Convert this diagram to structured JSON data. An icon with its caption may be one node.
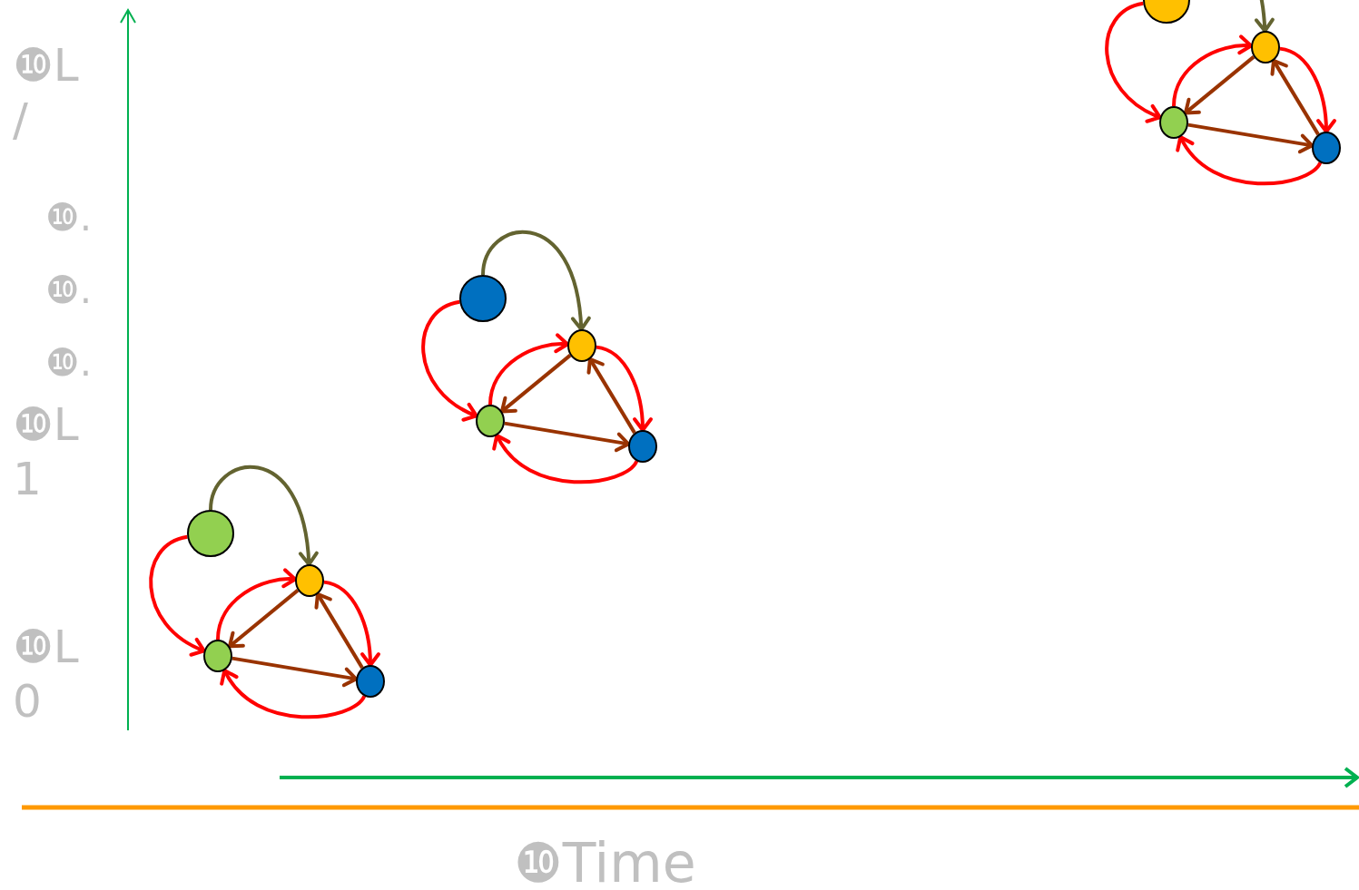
{
  "diagram": {
    "nodes": [
      {
        "text": [],
        "shape": "circle"
      },
      {
        "text": [],
        "shape": "circle"
      },
      {
        "text": [],
        "shape": "circle"
      },
      {
        "text": [],
        "shape": "circle"
      },
      {
        "text": [],
        "shape": "circle"
      },
      {
        "text": [],
        "shape": "circle"
      },
      {
        "text": [],
        "shape": "circle"
      },
      {
        "text": [],
        "shape": "circle"
      },
      {
        "text": [],
        "shape": "circle"
      },
      {
        "text": [],
        "shape": "circle"
      },
      {
        "text": [],
        "shape": "circle"
      },
      {
        "text": [],
        "shape": "circle"
      }
    ],
    "edges": [
      {
        "from": 0,
        "to": 2,
        "arrow": "to"
      },
      {
        "from": 0,
        "to": 1,
        "arrow": "to",
        "color": "#636330"
      },
      {
        "from": 2,
        "to": 1,
        "arrow": "to"
      },
      {
        "from": 1,
        "to": 3,
        "arrow": "to"
      },
      {
        "from": 3,
        "to": 2,
        "arrow": "to"
      },
      {
        "from": 1,
        "to": 2,
        "arrow": "to",
        "color": "#993300"
      },
      {
        "from": 2,
        "to": 3,
        "arrow": "to",
        "color": "#993300"
      },
      {
        "from": 3,
        "to": 1,
        "arrow": "to",
        "color": "#993300"
      },
      {
        "from": 4,
        "to": 6,
        "arrow": "to"
      },
      {
        "from": 4,
        "to": 5,
        "arrow": "to",
        "color": "#636330"
      },
      {
        "from": 6,
        "to": 5,
        "arrow": "to"
      },
      {
        "from": 5,
        "to": 7,
        "arrow": "to"
      },
      {
        "from": 7,
        "to": 6,
        "arrow": "to"
      },
      {
        "from": 5,
        "to": 6,
        "arrow": "to",
        "color": "#993300"
      },
      {
        "from": 6,
        "to": 7,
        "arrow": "to",
        "color": "#993300"
      },
      {
        "from": 7,
        "to": 5,
        "arrow": "to",
        "color": "#993300"
      },
      {
        "from": 8,
        "to": 10,
        "arrow": "to"
      },
      {
        "from": 8,
        "to": 9,
        "arrow": "to",
        "color": "#636330"
      },
      {
        "from": 10,
        "to": 9,
        "arrow": "to"
      },
      {
        "from": 9,
        "to": 11,
        "arrow": "to"
      },
      {
        "from": 11,
        "to": 10,
        "arrow": "to"
      },
      {
        "from": 9,
        "to": 10,
        "arrow": "to",
        "color": "#993300"
      },
      {
        "from": 10,
        "to": 11,
        "arrow": "to",
        "color": "#993300"
      },
      {
        "from": 11,
        "to": 9,
        "arrow": "to",
        "color": "#993300"
      }
    ],
    "labels": [
      "❿L /",
      "❿.",
      "❿.",
      "❿.",
      "❿L 1",
      "❿L 0",
      "❿Time"
    ]
  }
}
